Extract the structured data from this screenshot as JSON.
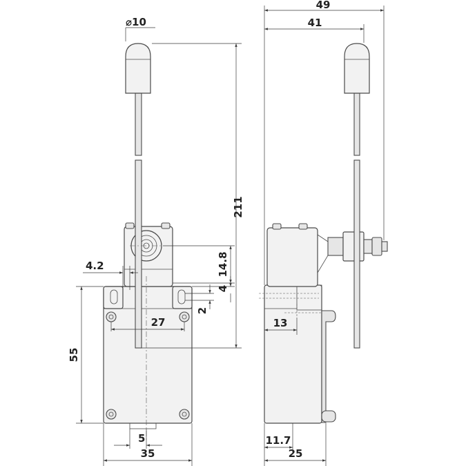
{
  "diagram": {
    "front_view": {
      "knob_diameter": "⌀10",
      "height_total": "211",
      "offset_left": "4.2",
      "spindle_offset": "14.8",
      "slot_offset": "4",
      "slot_width": "2",
      "hole_spacing": "27",
      "body_height": "55",
      "shaft_offset": "5",
      "body_width": "35"
    },
    "side_view": {
      "overall_depth": "49",
      "lever_depth": "41",
      "flange_depth": "13",
      "base_offset": "11.7",
      "body_depth": "25"
    }
  }
}
